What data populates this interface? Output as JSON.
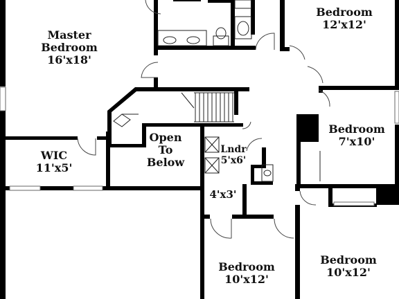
{
  "rooms": {
    "master": {
      "name_line1": "Master",
      "name_line2": "Bedroom",
      "size": "16'x18'"
    },
    "bed_ne": {
      "name": "Bedroom",
      "size": "12'x12'"
    },
    "bed_e": {
      "name": "Bedroom",
      "size": "7'x10'"
    },
    "wic": {
      "name": "WIC",
      "size": "11'x5'"
    },
    "open_below": {
      "line1": "Open",
      "line2": "To",
      "line3": "Below"
    },
    "laundry": {
      "name": "Lndr",
      "size": "5'x6'"
    },
    "closet": {
      "size": "4'x3'"
    },
    "bed_s": {
      "name": "Bedroom",
      "size": "10'x12'"
    },
    "bed_se": {
      "name": "Bedroom",
      "size": "10'x12'"
    }
  },
  "colors": {
    "wall": "#000000",
    "background": "#ffffff"
  }
}
